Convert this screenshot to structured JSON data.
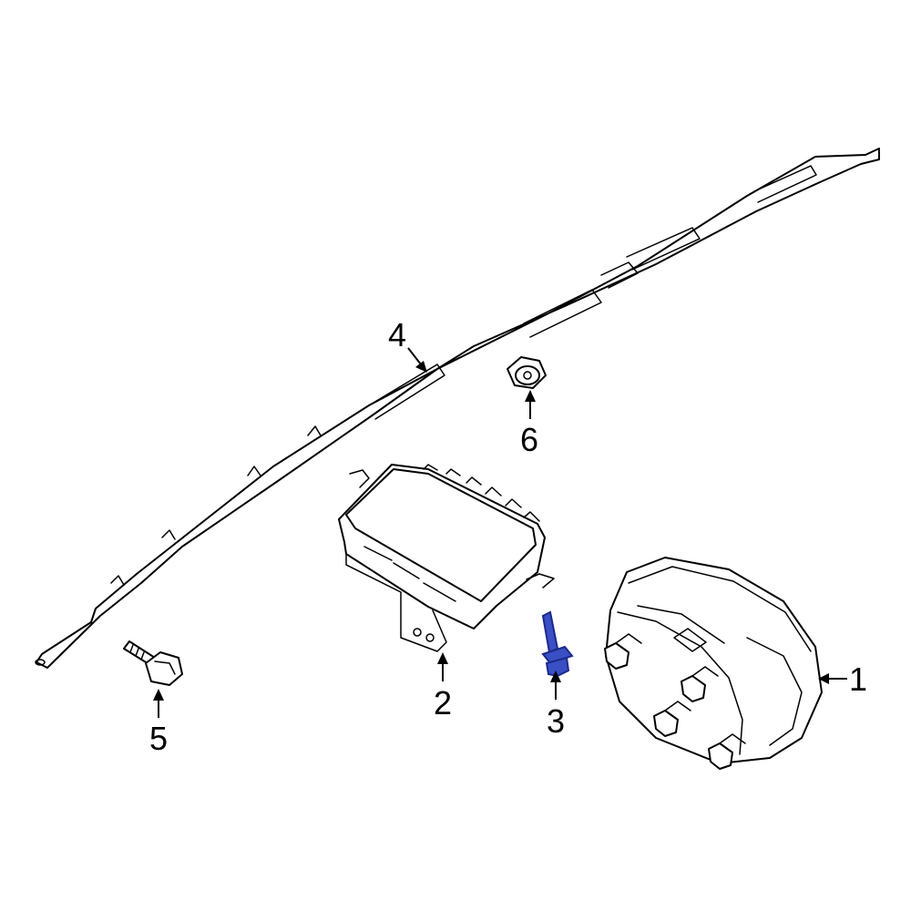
{
  "callouts": {
    "1": "1",
    "2": "2",
    "3": "3",
    "4": "4",
    "5": "5",
    "6": "6"
  },
  "colors": {
    "line": "#000000",
    "background": "#ffffff",
    "highlight_fill": "#3a4fc4",
    "highlight_stroke": "#1a2a8a"
  }
}
